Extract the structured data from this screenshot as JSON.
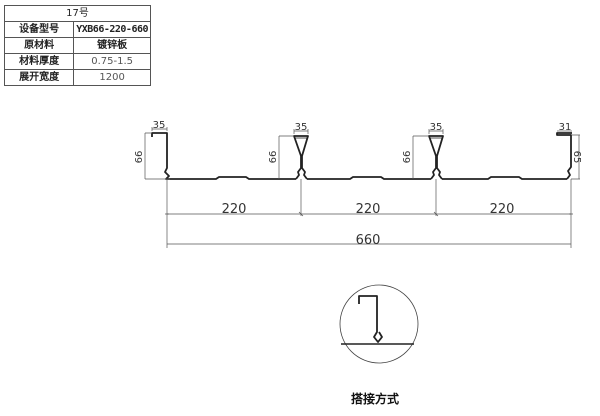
{
  "spec_table": {
    "title": "17号",
    "rows": [
      {
        "label": "设备型号",
        "value": "YXB66-220-660"
      },
      {
        "label": "原材料",
        "value": "镀锌板"
      },
      {
        "label": "材料厚度",
        "value": "0.75-1.5"
      },
      {
        "label": "展开宽度",
        "value": "1200"
      }
    ]
  },
  "profile_drawing": {
    "dims": {
      "left_top_width": "35",
      "left_height": "66",
      "rib1_top_width": "35",
      "rib1_height": "66",
      "rib2_top_width": "35",
      "rib2_height": "66",
      "right_top_width": "31",
      "right_height": "65",
      "span1": "220",
      "span2": "220",
      "span3": "220",
      "total_width": "660"
    }
  },
  "detail": {
    "caption": "搭接方式"
  },
  "colors": {
    "line": "#222222",
    "dim_line": "#555555"
  }
}
